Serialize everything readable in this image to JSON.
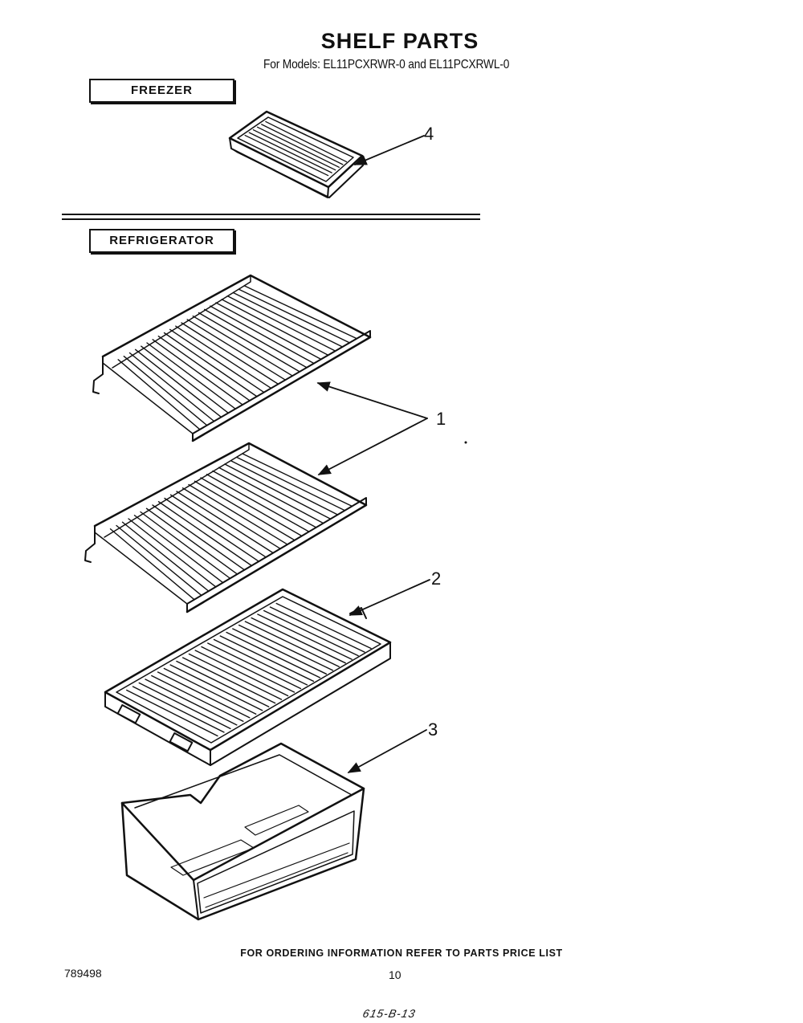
{
  "header": {
    "title": "SHELF PARTS",
    "subtitle": "For Models: EL11PCXRWR-0   and EL11PCXRWL-0"
  },
  "sections": {
    "freezer": "FREEZER",
    "refrigerator": "REFRIGERATOR"
  },
  "callouts": [
    "1",
    "2",
    "3",
    "4"
  ],
  "footer": {
    "ordering_note": "FOR ORDERING INFORMATION REFER TO PARTS PRICE LIST",
    "doc_number": "789498",
    "page_number": "10",
    "handwritten_note": "615-B-13"
  }
}
